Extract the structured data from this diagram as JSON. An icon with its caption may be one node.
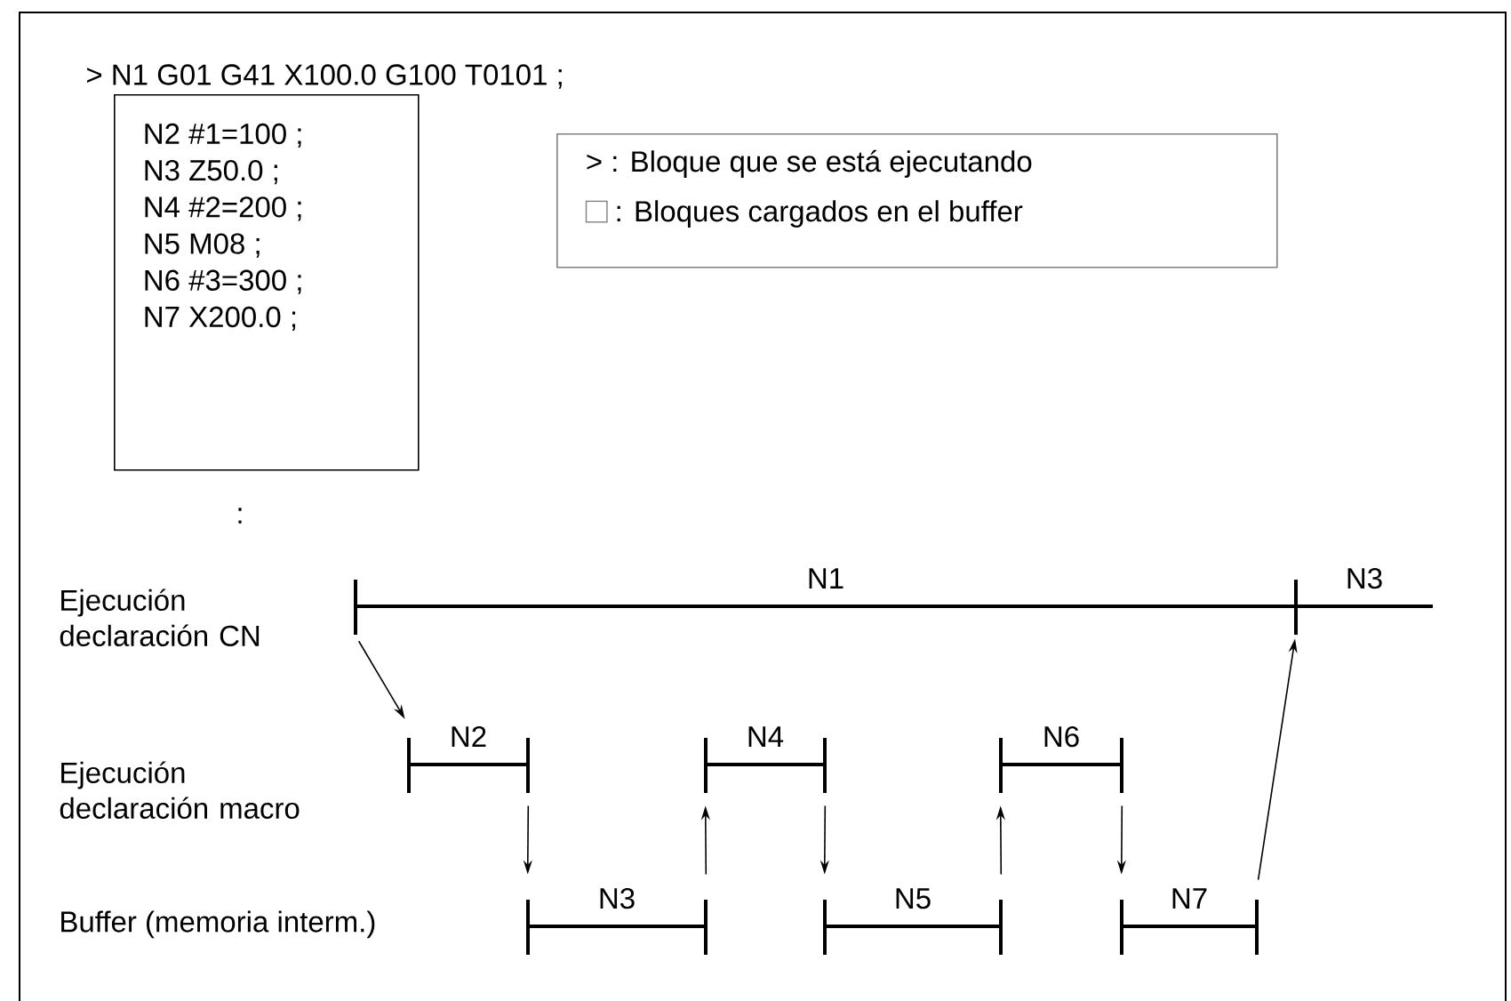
{
  "diagram": {
    "nodes": [
      {
        "text": [
          "N2 #1=100 ;",
          "N3 Z50.0 ;",
          "N4 #2=200 ;",
          "N5 M08 ;",
          "N6 #3=300 ;",
          "N7 X200.0 ;"
        ]
      },
      {
        "text": [
          "> : Bloque que se está ejecutando",
          ": Bloques cargados en el buffer"
        ]
      },
      {
        "text": [
          "N1"
        ]
      },
      {
        "text": [
          "N3"
        ]
      },
      {
        "text": [
          "N2"
        ]
      },
      {
        "text": [
          "N4"
        ]
      },
      {
        "text": [
          "N6"
        ]
      },
      {
        "text": [
          "N3"
        ]
      },
      {
        "text": [
          "N5"
        ]
      },
      {
        "text": [
          "N7"
        ]
      }
    ],
    "edges": [
      {
        "from": 2,
        "to": 4,
        "arrow": "to"
      },
      {
        "from": 4,
        "to": 7,
        "arrow": "to"
      },
      {
        "from": 7,
        "to": 5,
        "arrow": "to"
      },
      {
        "from": 5,
        "to": 8,
        "arrow": "to"
      },
      {
        "from": 8,
        "to": 6,
        "arrow": "to"
      },
      {
        "from": 6,
        "to": 9,
        "arrow": "to"
      },
      {
        "from": 9,
        "to": 3,
        "arrow": "to"
      }
    ],
    "labels": [
      "> N1 G01 G41 X100.0 G100 T0101 ;",
      ":",
      "Ejecución declaración CN",
      "Ejecución declaración macro",
      "Buffer (memoria interm.)"
    ]
  }
}
